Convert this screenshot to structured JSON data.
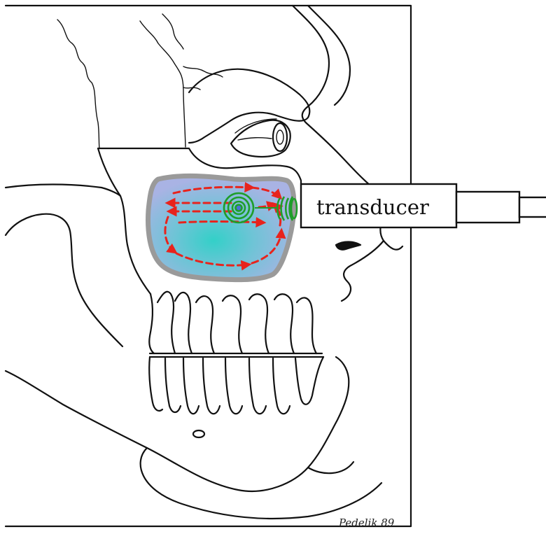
{
  "labels": {
    "transducer": "transducer"
  },
  "signature": {
    "text": "Pedelik 89"
  },
  "colors": {
    "ink": "#111111",
    "sinus_fill_outer": "#a6b4e0",
    "sinus_fill_center": "#3fc9c9",
    "sinus_rim": "#9a9a9a",
    "flow_arrows": "#e8231c",
    "wave_rings": "#1f9e2a",
    "focus_dot": "#4b6fd6"
  },
  "icons": {
    "skull": "skull-lateral-illustration",
    "transducer": "ultrasound-transducer-probe",
    "waves": "ultrasound-wave-rings",
    "flow": "circulating-flow-arrows"
  }
}
